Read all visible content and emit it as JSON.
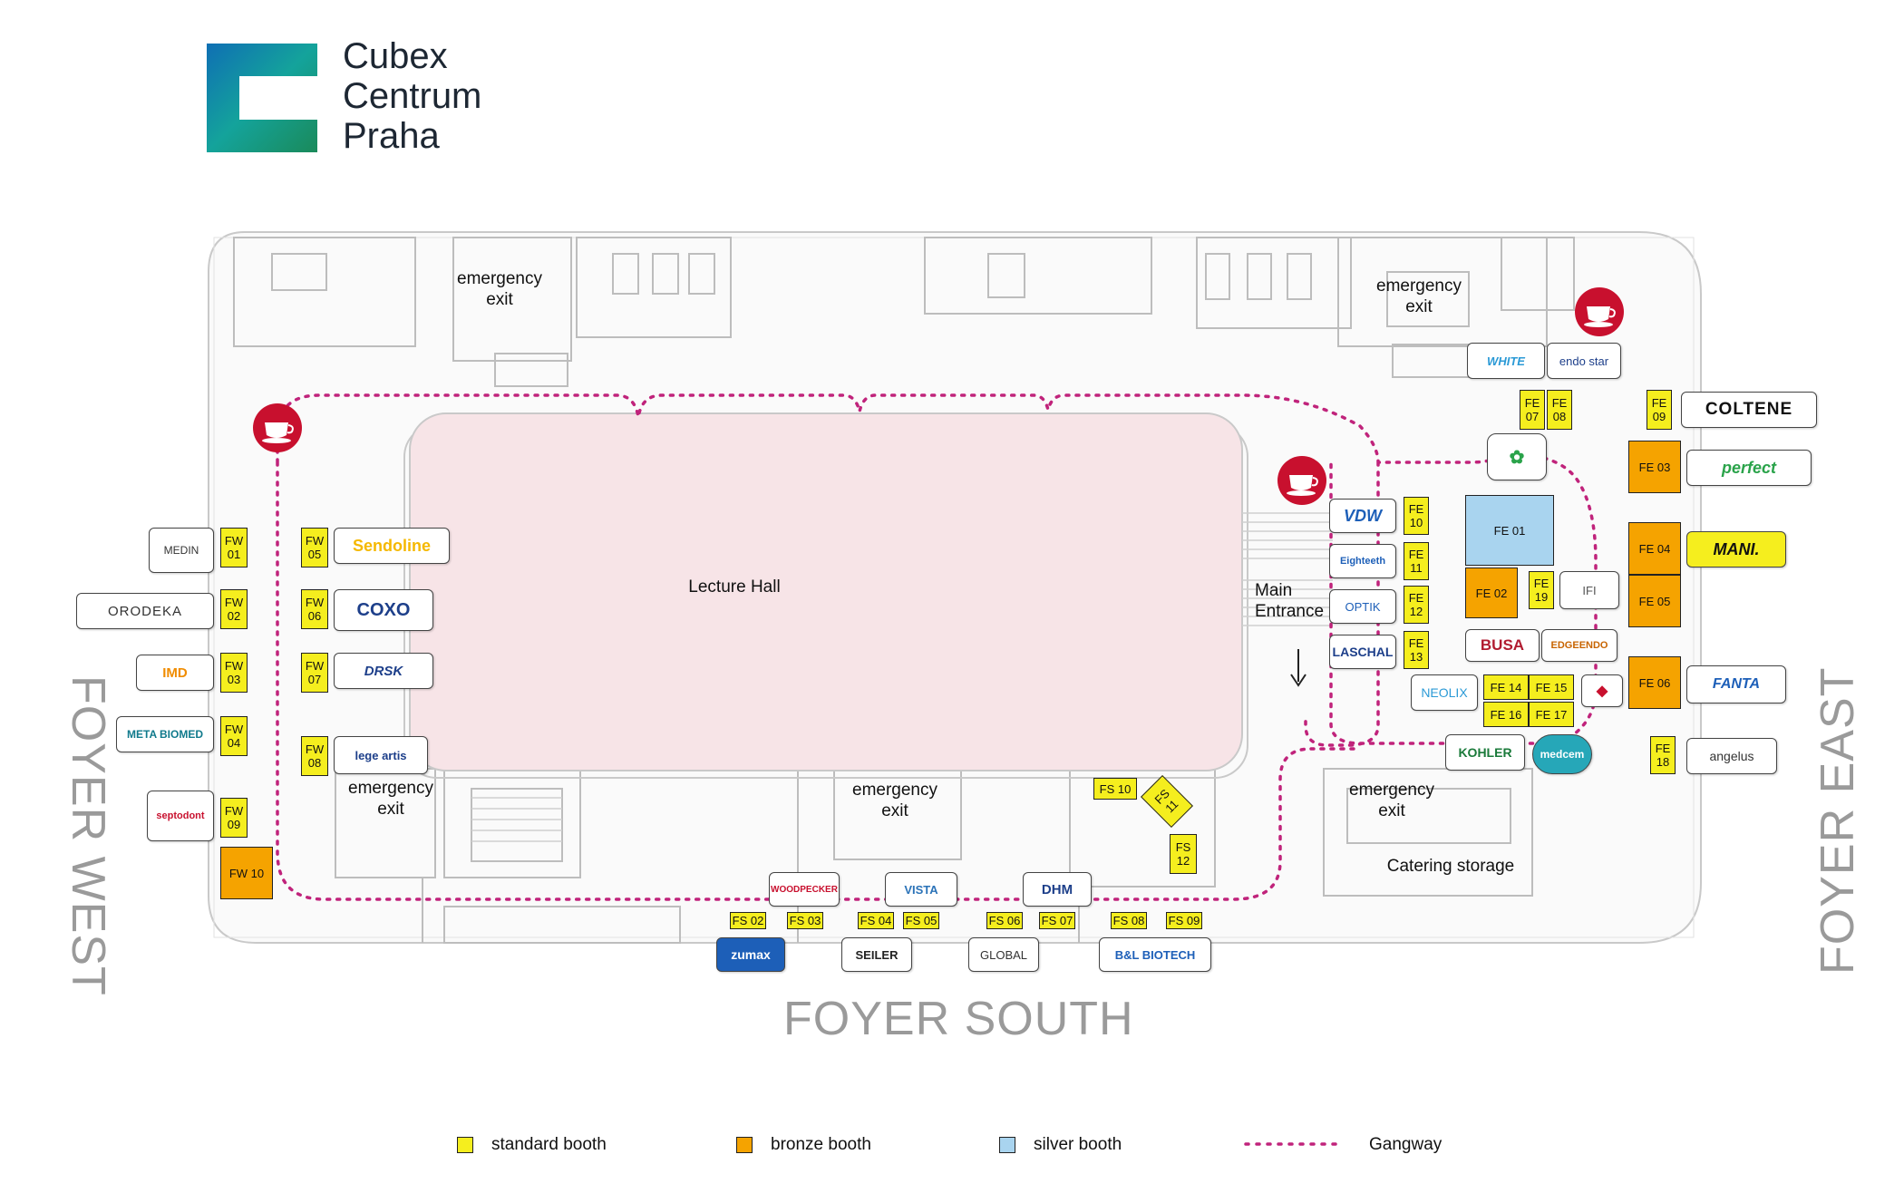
{
  "header": {
    "brand_line1": "Cubex",
    "brand_line2": "Centrum",
    "brand_line3": "Praha"
  },
  "colors": {
    "standard": "#f5ee1e",
    "bronze": "#f5a300",
    "silver": "#a9d4ef",
    "gangway": "#c0237b",
    "hall": "#f7e4e7",
    "coffee": "#c8102e"
  },
  "areas": {
    "lecture_hall": "Lecture Hall",
    "main_entrance": "Main\nEntrance",
    "catering": "Catering storage",
    "emergency_exit": "emergency\nexit",
    "foyer_west": "FOYER WEST",
    "foyer_south": "FOYER SOUTH",
    "foyer_east": "FOYER EAST"
  },
  "booths": [
    {
      "id": "FW\n01",
      "tier": "standard"
    },
    {
      "id": "FW\n02",
      "tier": "standard"
    },
    {
      "id": "FW\n03",
      "tier": "standard"
    },
    {
      "id": "FW\n04",
      "tier": "standard"
    },
    {
      "id": "FW\n05",
      "tier": "standard"
    },
    {
      "id": "FW\n06",
      "tier": "standard"
    },
    {
      "id": "FW\n07",
      "tier": "standard"
    },
    {
      "id": "FW\n08",
      "tier": "standard"
    },
    {
      "id": "FW\n09",
      "tier": "standard"
    },
    {
      "id": "FW 10",
      "tier": "bronze"
    },
    {
      "id": "FS 02",
      "tier": "standard"
    },
    {
      "id": "FS 03",
      "tier": "standard"
    },
    {
      "id": "FS 04",
      "tier": "standard"
    },
    {
      "id": "FS 05",
      "tier": "standard"
    },
    {
      "id": "FS 06",
      "tier": "standard"
    },
    {
      "id": "FS 07",
      "tier": "standard"
    },
    {
      "id": "FS 08",
      "tier": "standard"
    },
    {
      "id": "FS 09",
      "tier": "standard"
    },
    {
      "id": "FS 10",
      "tier": "standard"
    },
    {
      "id": "FS\n11",
      "tier": "standard"
    },
    {
      "id": "FS\n12",
      "tier": "standard"
    },
    {
      "id": "FE 01",
      "tier": "silver"
    },
    {
      "id": "FE 02",
      "tier": "bronze"
    },
    {
      "id": "FE 03",
      "tier": "bronze"
    },
    {
      "id": "FE 04",
      "tier": "bronze"
    },
    {
      "id": "FE 05",
      "tier": "bronze"
    },
    {
      "id": "FE 06",
      "tier": "bronze"
    },
    {
      "id": "FE\n07",
      "tier": "standard"
    },
    {
      "id": "FE\n08",
      "tier": "standard"
    },
    {
      "id": "FE\n09",
      "tier": "standard"
    },
    {
      "id": "FE\n10",
      "tier": "standard"
    },
    {
      "id": "FE\n11",
      "tier": "standard"
    },
    {
      "id": "FE\n12",
      "tier": "standard"
    },
    {
      "id": "FE\n13",
      "tier": "standard"
    },
    {
      "id": "FE 14",
      "tier": "standard"
    },
    {
      "id": "FE 15",
      "tier": "standard"
    },
    {
      "id": "FE 16",
      "tier": "standard"
    },
    {
      "id": "FE 17",
      "tier": "standard"
    },
    {
      "id": "FE\n18",
      "tier": "standard"
    },
    {
      "id": "FE\n19",
      "tier": "standard"
    }
  ],
  "exhibitors": [
    "MEDIN",
    "ORODEKA",
    "IMD",
    "META BIOMED",
    "septodont",
    "Sendoline",
    "COXO",
    "DRSK",
    "lege artis",
    "WOODPECKER",
    "VISTA",
    "DHM",
    "zumax",
    "SEILER",
    "GLOBAL",
    "B&L BIOTECH",
    "VDW",
    "Eighteeth",
    "OPTIK",
    "LASCHAL",
    "WHITE",
    "endo star",
    "COLTENE",
    "perfect",
    "MANI.",
    "FANTA",
    "angelus",
    "BUSA",
    "EDGEENDO",
    "NEOLIX",
    "KOHLER",
    "medcem",
    "IFI"
  ],
  "legend": {
    "standard": "standard booth",
    "bronze": "bronze booth",
    "silver": "silver booth",
    "gangway": "Gangway"
  }
}
